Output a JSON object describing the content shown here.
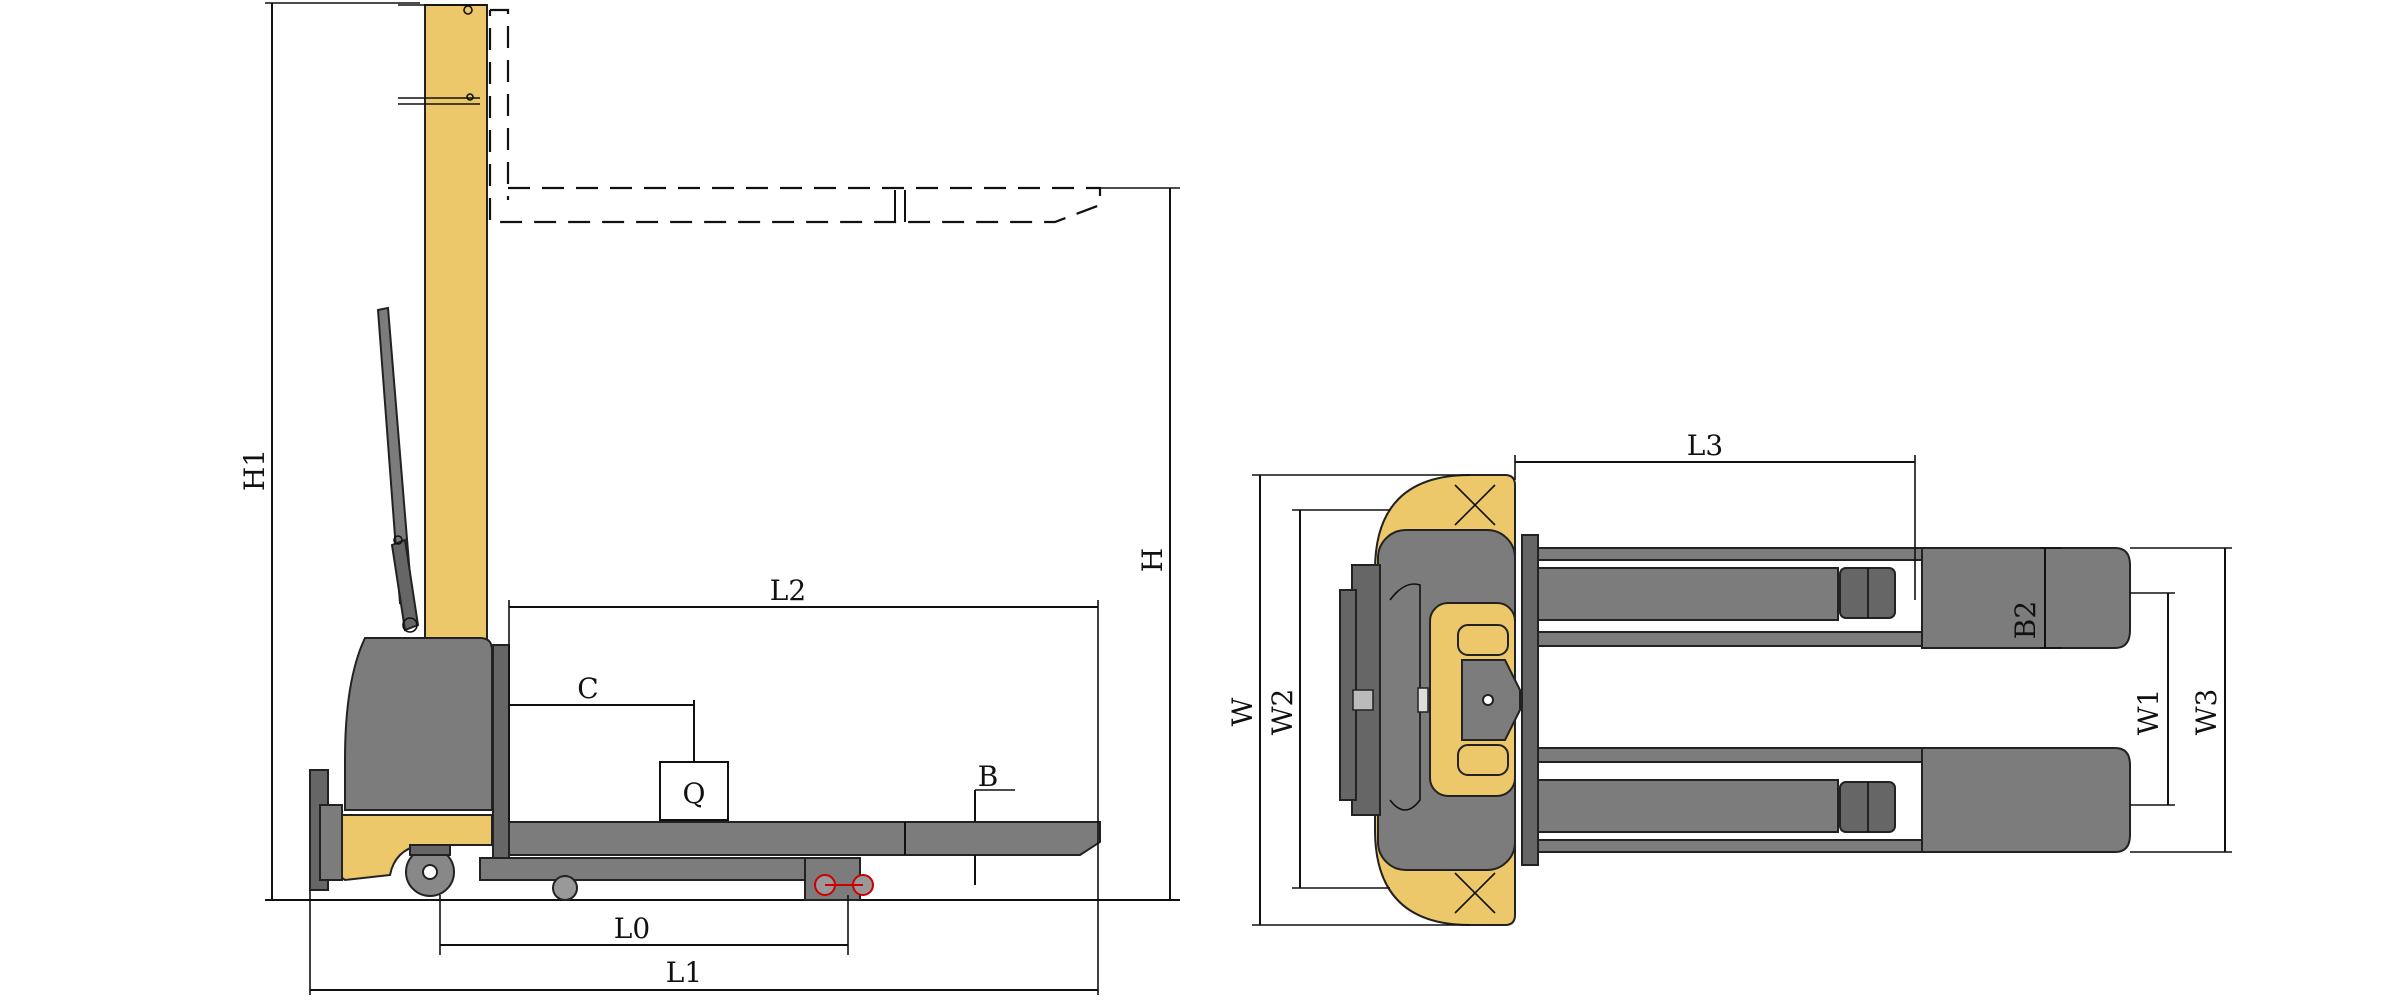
{
  "side_view": {
    "labels": {
      "H1": "H1",
      "H": "H",
      "L2": "L2",
      "C": "C",
      "Q": "Q",
      "B": "B",
      "L0": "L0",
      "L1": "L1"
    }
  },
  "top_view": {
    "labels": {
      "L3": "L3",
      "W": "W",
      "W2": "W2",
      "B2": "B2",
      "W1": "W1",
      "W3": "W3"
    }
  },
  "colors": {
    "mast": "#ecc86a",
    "body": "#7c7c7c",
    "outline": "#222222"
  }
}
